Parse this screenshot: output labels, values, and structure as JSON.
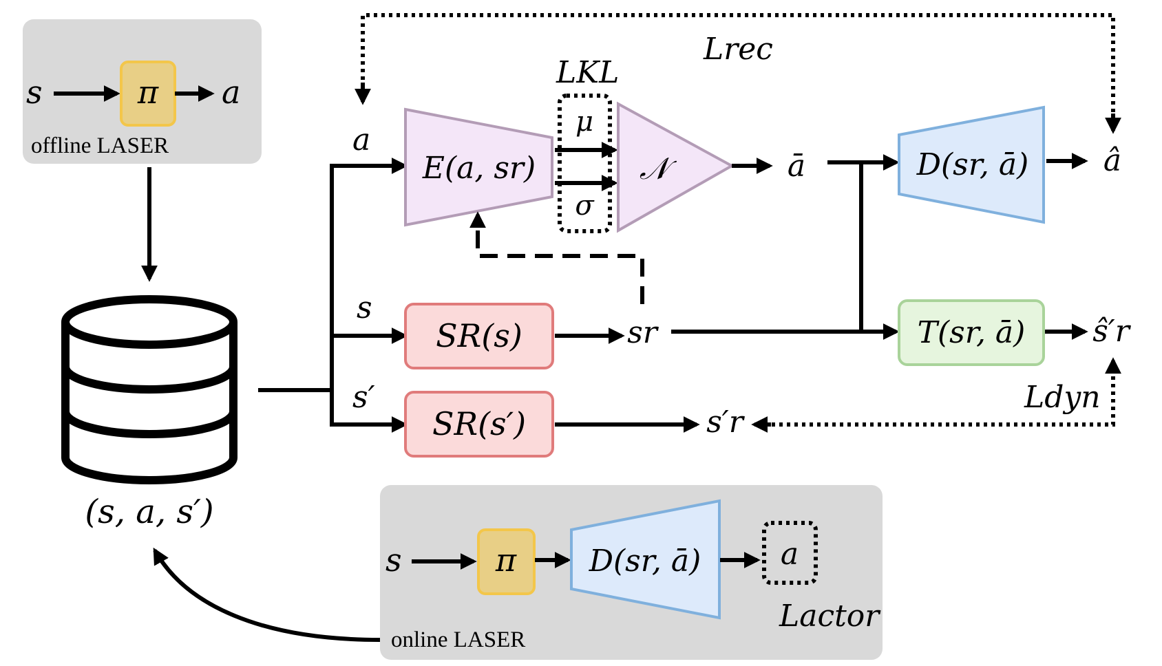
{
  "colors": {
    "panel": "#d9d9d9",
    "policy_fill": "#e8cf86",
    "policy_stroke": "#f3c64a",
    "encoder_fill": "#f4e6f8",
    "encoder_stroke": "#b39cb6",
    "decoder_fill": "#ddeafb",
    "decoder_stroke": "#7fb0dd",
    "sr_fill": "#fbdada",
    "sr_stroke": "#e07b7b",
    "dyn_fill": "#e6f5de",
    "dyn_stroke": "#a9d39a",
    "line": "#000000"
  },
  "offline": {
    "label": "offline LASER",
    "s": "s",
    "pi": "π",
    "a": "a"
  },
  "database": {
    "icon": "database-icon",
    "label": "(s, a, s′)"
  },
  "inputs": {
    "a": "a",
    "s": "s",
    "s_prime": "s′"
  },
  "encoder": {
    "label": "E(a, sr)"
  },
  "latent": {
    "mu": "μ",
    "sigma": "σ",
    "kl_loss": "LKL"
  },
  "gaussian": {
    "label": "𝒩"
  },
  "a_bar": "ā",
  "decoder": {
    "label": "D(sr, ā)"
  },
  "a_hat": "â",
  "rec_loss": "Lrec",
  "sr_s": {
    "label": "SR(s)"
  },
  "sr_s_prime": {
    "label": "SR(s′)"
  },
  "s_r": "sr",
  "s_r_prime": "s′r",
  "dynamics": {
    "label": "T(sr, ā)"
  },
  "s_hat_r_prime": "ŝ′r",
  "dyn_loss": "Ldyn",
  "online": {
    "label": "online LASER",
    "s": "s",
    "pi": "π",
    "decoder": "D(sr, ā)",
    "a": "a",
    "actor_loss": "Lactor"
  }
}
